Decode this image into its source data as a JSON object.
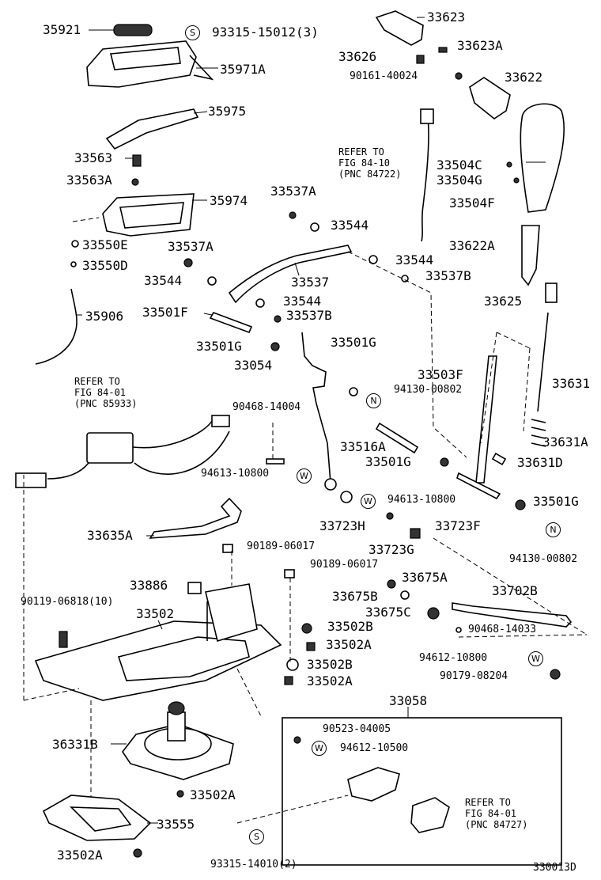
{
  "labels": {
    "l35921": "35921",
    "l93315_15012": "93315-15012(3)",
    "l35971A": "35971A",
    "l35975": "35975",
    "l33563": "33563",
    "l33563A": "33563A",
    "l35974": "35974",
    "l33550E": "33550E",
    "l33550D": "33550D",
    "l35906": "35906",
    "l33623": "33623",
    "l33623A": "33623A",
    "l33626": "33626",
    "l90161": "90161-40024",
    "l33622": "33622",
    "l33504C": "33504C",
    "l33504G": "33504G",
    "l33504F": "33504F",
    "l33622A": "33622A",
    "l33625": "33625",
    "l33631": "33631",
    "l33631A": "33631A",
    "l33631D": "33631D",
    "l33537A_1": "33537A",
    "l33544_1": "33544",
    "l33544_2": "33544",
    "l33537B_1": "33537B",
    "l33537A_2": "33537A",
    "l33544_3": "33544",
    "l33537": "33537",
    "l33544_4": "33544",
    "l33537B_2": "33537B",
    "l33501F": "33501F",
    "l33501G_1": "33501G",
    "l33501G_2": "33501G",
    "l33054": "33054",
    "l33503F": "33503F",
    "l94130_1": "94130-00802",
    "l90468_14004": "90468-14004",
    "l33516A": "33516A",
    "l33501G_3": "33501G",
    "l94613_1": "94613-10800",
    "l94613_2": "94613-10800",
    "l33501G_4": "33501G",
    "l33723H": "33723H",
    "l33723F": "33723F",
    "l33723G": "33723G",
    "l94130_2": "94130-00802",
    "l33635A": "33635A",
    "l90189_1": "90189-06017",
    "l90189_2": "90189-06017",
    "l33675A": "33675A",
    "l33675B": "33675B",
    "l33675C": "33675C",
    "l33702B": "33702B",
    "l90468_14033": "90468-14033",
    "l33886": "33886",
    "l90119": "90119-06818(10)",
    "l33502": "33502",
    "l33502B_1": "33502B",
    "l33502A_1": "33502A",
    "l33502B_2": "33502B",
    "l33502A_2": "33502A",
    "l94612_10800": "94612-10800",
    "l90179": "90179-08204",
    "l33058": "33058",
    "l90523": "90523-04005",
    "l94612_10500": "94612-10500",
    "l36331B": "36331B",
    "l33502A_3": "33502A",
    "l33555": "33555",
    "l33502A_4": "33502A",
    "l93315_14010": "93315-14010(2)",
    "l330013D": "330013D"
  },
  "refs": {
    "r1": "REFER TO\nFIG 84-10\n(PNC 84722)",
    "r2": "REFER TO\nFIG 84-01\n(PNC 85933)",
    "r3": "REFER TO\nFIG 84-01\n(PNC 84727)"
  },
  "symbols": {
    "s_letter": "S",
    "n_letter": "N",
    "w_letter": "W"
  }
}
